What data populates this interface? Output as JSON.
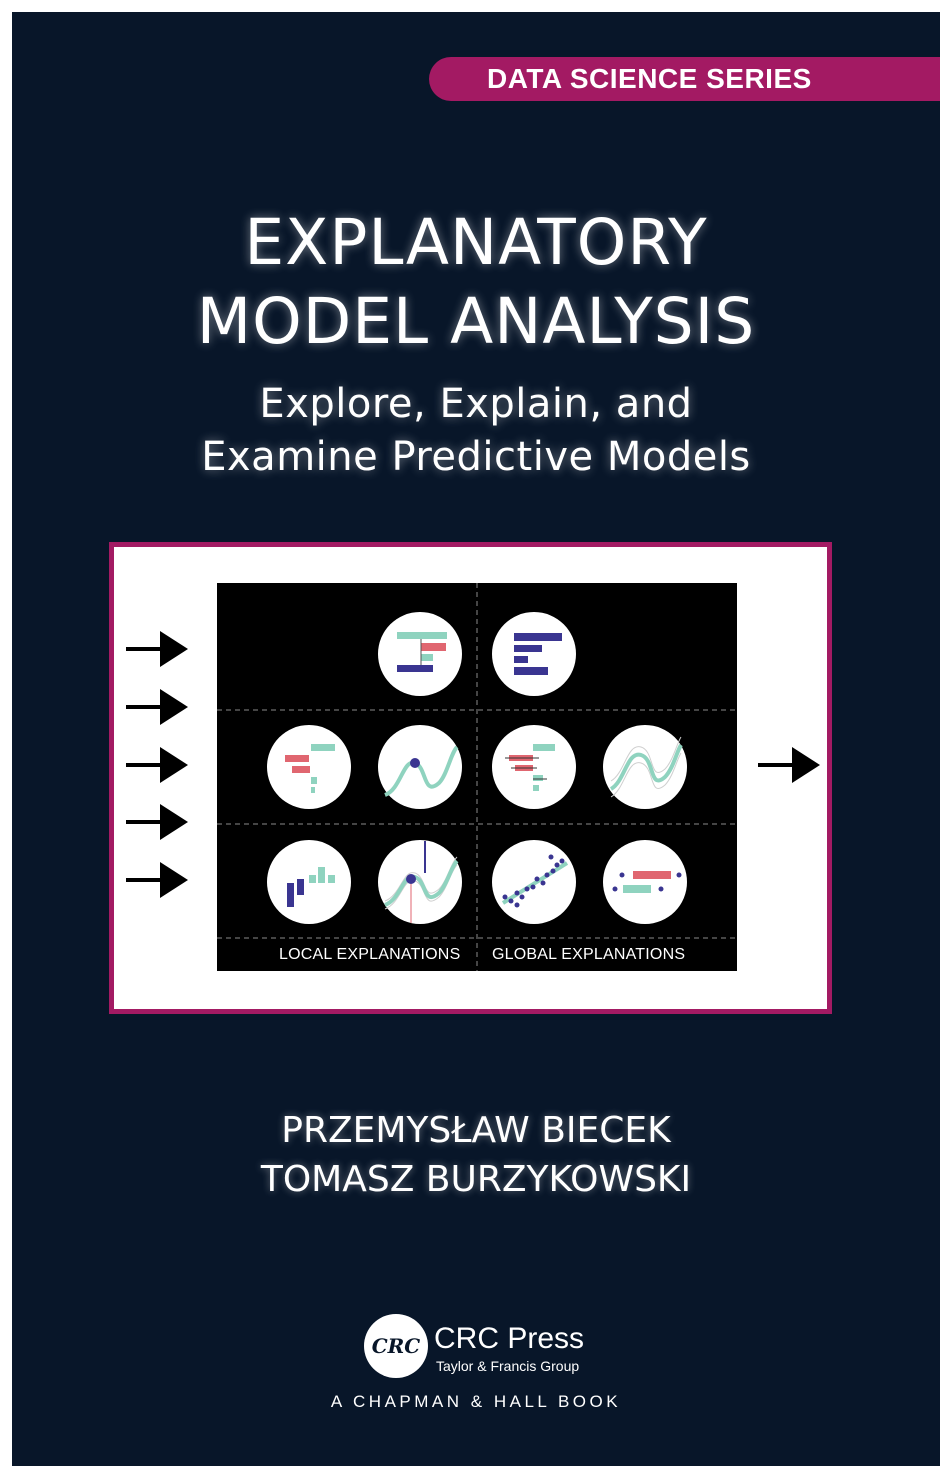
{
  "series": "DATA SCIENCE SERIES",
  "title": {
    "line1": "EXPLANATORY",
    "line2": "MODEL ANALYSIS"
  },
  "subtitle": {
    "line1": "Explore, Explain, and",
    "line2": "Examine Predictive Models"
  },
  "figure": {
    "left_label": "LOCAL EXPLANATIONS",
    "right_label": "GLOBAL EXPLANATIONS"
  },
  "authors": [
    "PRZEMYSŁAW BIECEK",
    "TOMASZ BURZYKOWSKI"
  ],
  "publisher": {
    "logo_text": "CRC",
    "name": "CRC Press",
    "group": "Taylor & Francis Group",
    "imprint": "A CHAPMAN & HALL BOOK"
  },
  "colors": {
    "background": "#081629",
    "accent": "#a31a63",
    "teal": "#8fd3bf",
    "red": "#e06670",
    "navy": "#3a3591"
  }
}
